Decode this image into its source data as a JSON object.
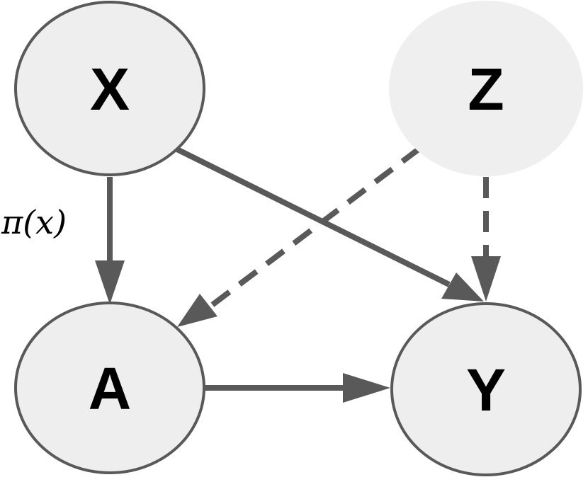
{
  "diagram": {
    "nodes": {
      "x": {
        "label": "X"
      },
      "z": {
        "label": "Z",
        "style": "unobserved"
      },
      "a": {
        "label": "A"
      },
      "y": {
        "label": "Y"
      }
    },
    "edges": [
      {
        "from": "X",
        "to": "A",
        "style": "solid",
        "label": "π(x)"
      },
      {
        "from": "X",
        "to": "Y",
        "style": "solid"
      },
      {
        "from": "Z",
        "to": "A",
        "style": "dashed"
      },
      {
        "from": "Z",
        "to": "Y",
        "style": "dashed"
      },
      {
        "from": "A",
        "to": "Y",
        "style": "solid"
      }
    ],
    "edge_labels": {
      "x_to_a": "π(x)"
    }
  },
  "colors": {
    "node_fill": "#eeeeee",
    "node_stroke": "#595959",
    "edge": "#595959",
    "text": "#000000",
    "unobserved_fill": "#efefef"
  }
}
